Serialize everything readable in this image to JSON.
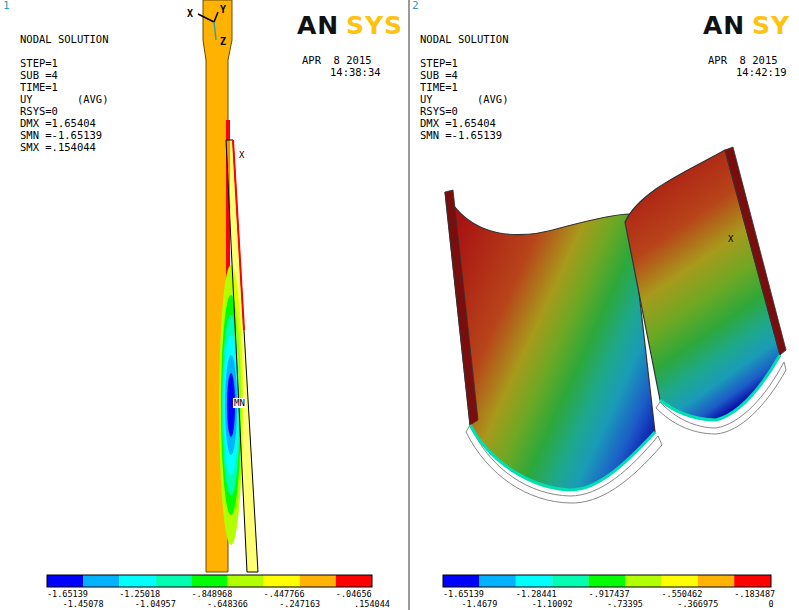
{
  "diagram": {
    "labels": [
      "1",
      "NODAL SOLUTION",
      "STEP=1",
      "SUB =4",
      "TIME=1",
      "UY       (AVG)",
      "RSYS=0",
      "DMX =1.65404",
      "SMN =-1.65139",
      "SMX =.154044",
      "AN",
      "SYS",
      "APR  8 2015",
      "14:38:34",
      "X",
      "Y",
      "Z",
      "X",
      "MN",
      "-1.65139",
      "-1.25018",
      "-.848968",
      "-.447766",
      "-.04656",
      "-1.45078",
      "-1.04957",
      "-.648366",
      "-.247163",
      ".154044",
      "2",
      "NODAL SOLUTION",
      "STEP=1",
      "SUB =4",
      "TIME=1",
      "UY       (AVG)",
      "RSYS=0",
      "DMX =1.65404",
      "SMN =-1.65139",
      "AN",
      "SY",
      "APR  8 2015",
      "14:42:19",
      "X",
      "-1.65139",
      "-1.28441",
      "-.917437",
      "-.550462",
      "-.183487",
      "-1.4679",
      "-1.10092",
      "-.73395",
      "-.366975",
      "0"
    ]
  }
}
